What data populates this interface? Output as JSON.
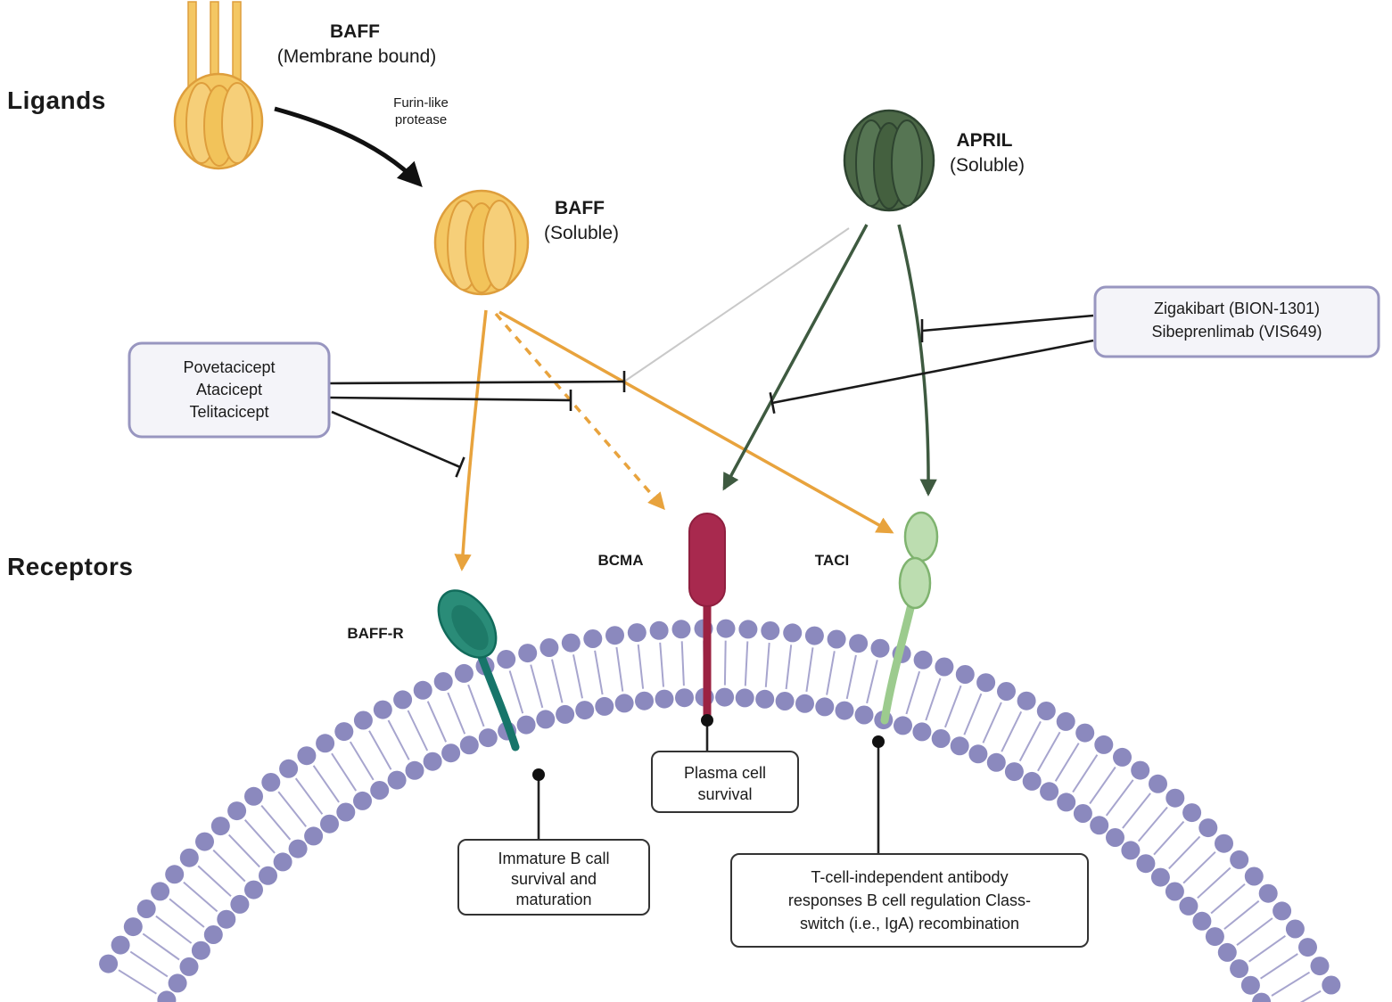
{
  "section_labels": {
    "ligands": "Ligands",
    "receptors": "Receptors"
  },
  "ligands": {
    "baff_membrane": {
      "name": "BAFF",
      "form": "(Membrane bound)"
    },
    "baff_soluble": {
      "name": "BAFF",
      "form": "(Soluble)"
    },
    "april": {
      "name": "APRIL",
      "form": "(Soluble)"
    },
    "protease_label": {
      "line1": "Furin-like",
      "line2": "protease"
    }
  },
  "receptors": {
    "baff_r": "BAFF-R",
    "bcma": "BCMA",
    "taci": "TACI"
  },
  "inhibitors": {
    "left_box": {
      "lines": [
        "Povetacicept",
        "Atacicept",
        "Telitacicept"
      ]
    },
    "right_box": {
      "lines": [
        "Zigakibart (BION-1301)",
        "Sibeprenlimab (VIS649)"
      ]
    }
  },
  "callouts": {
    "bcma_effect": {
      "lines": [
        "Plasma cell",
        "survival"
      ]
    },
    "baffr_effect": {
      "lines": [
        "Immature B call",
        "survival and",
        "maturation"
      ]
    },
    "taci_effect": {
      "lines": [
        "T-cell-independent antibody",
        "responses B cell regulation Class-",
        "switch (i.e., IgA) recombination"
      ]
    }
  },
  "colors": {
    "baff": "#F4C763",
    "baff_outline": "#DE9E3C",
    "april": "#4C6847",
    "april_outline": "#2E4430",
    "baffr": "#2A8C78",
    "bcma": "#A8294E",
    "taci": "#BCDDB0",
    "membrane": "#8B89BE",
    "arrow_orange": "#E8A33D",
    "arrow_green": "#3E5A40",
    "inhibitor_box_border": "#9896C0"
  }
}
